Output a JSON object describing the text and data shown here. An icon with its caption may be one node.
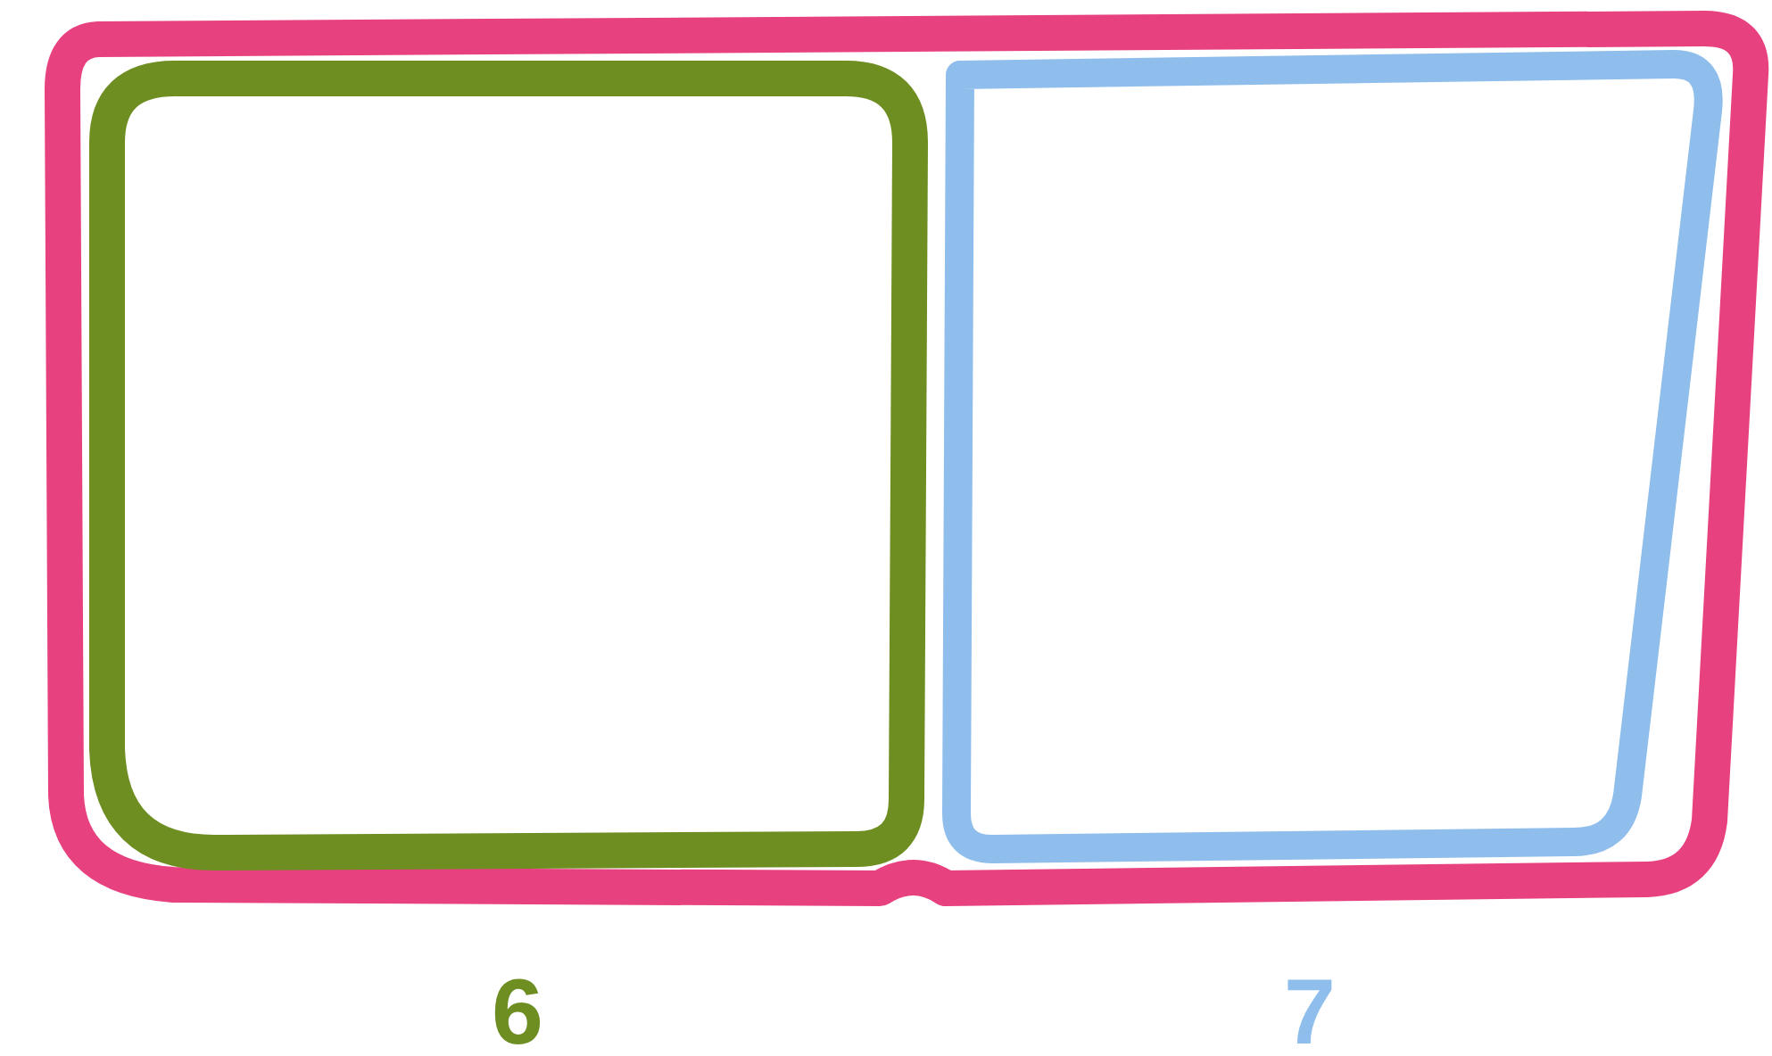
{
  "diagram": {
    "nodes": [
      {
        "text": [],
        "shape": "box"
      },
      {
        "text": [],
        "shape": "box",
        "in": 0,
        "beside": [
          "6"
        ]
      },
      {
        "text": [],
        "shape": "box",
        "in": 0,
        "beside": [
          "7"
        ]
      }
    ]
  }
}
